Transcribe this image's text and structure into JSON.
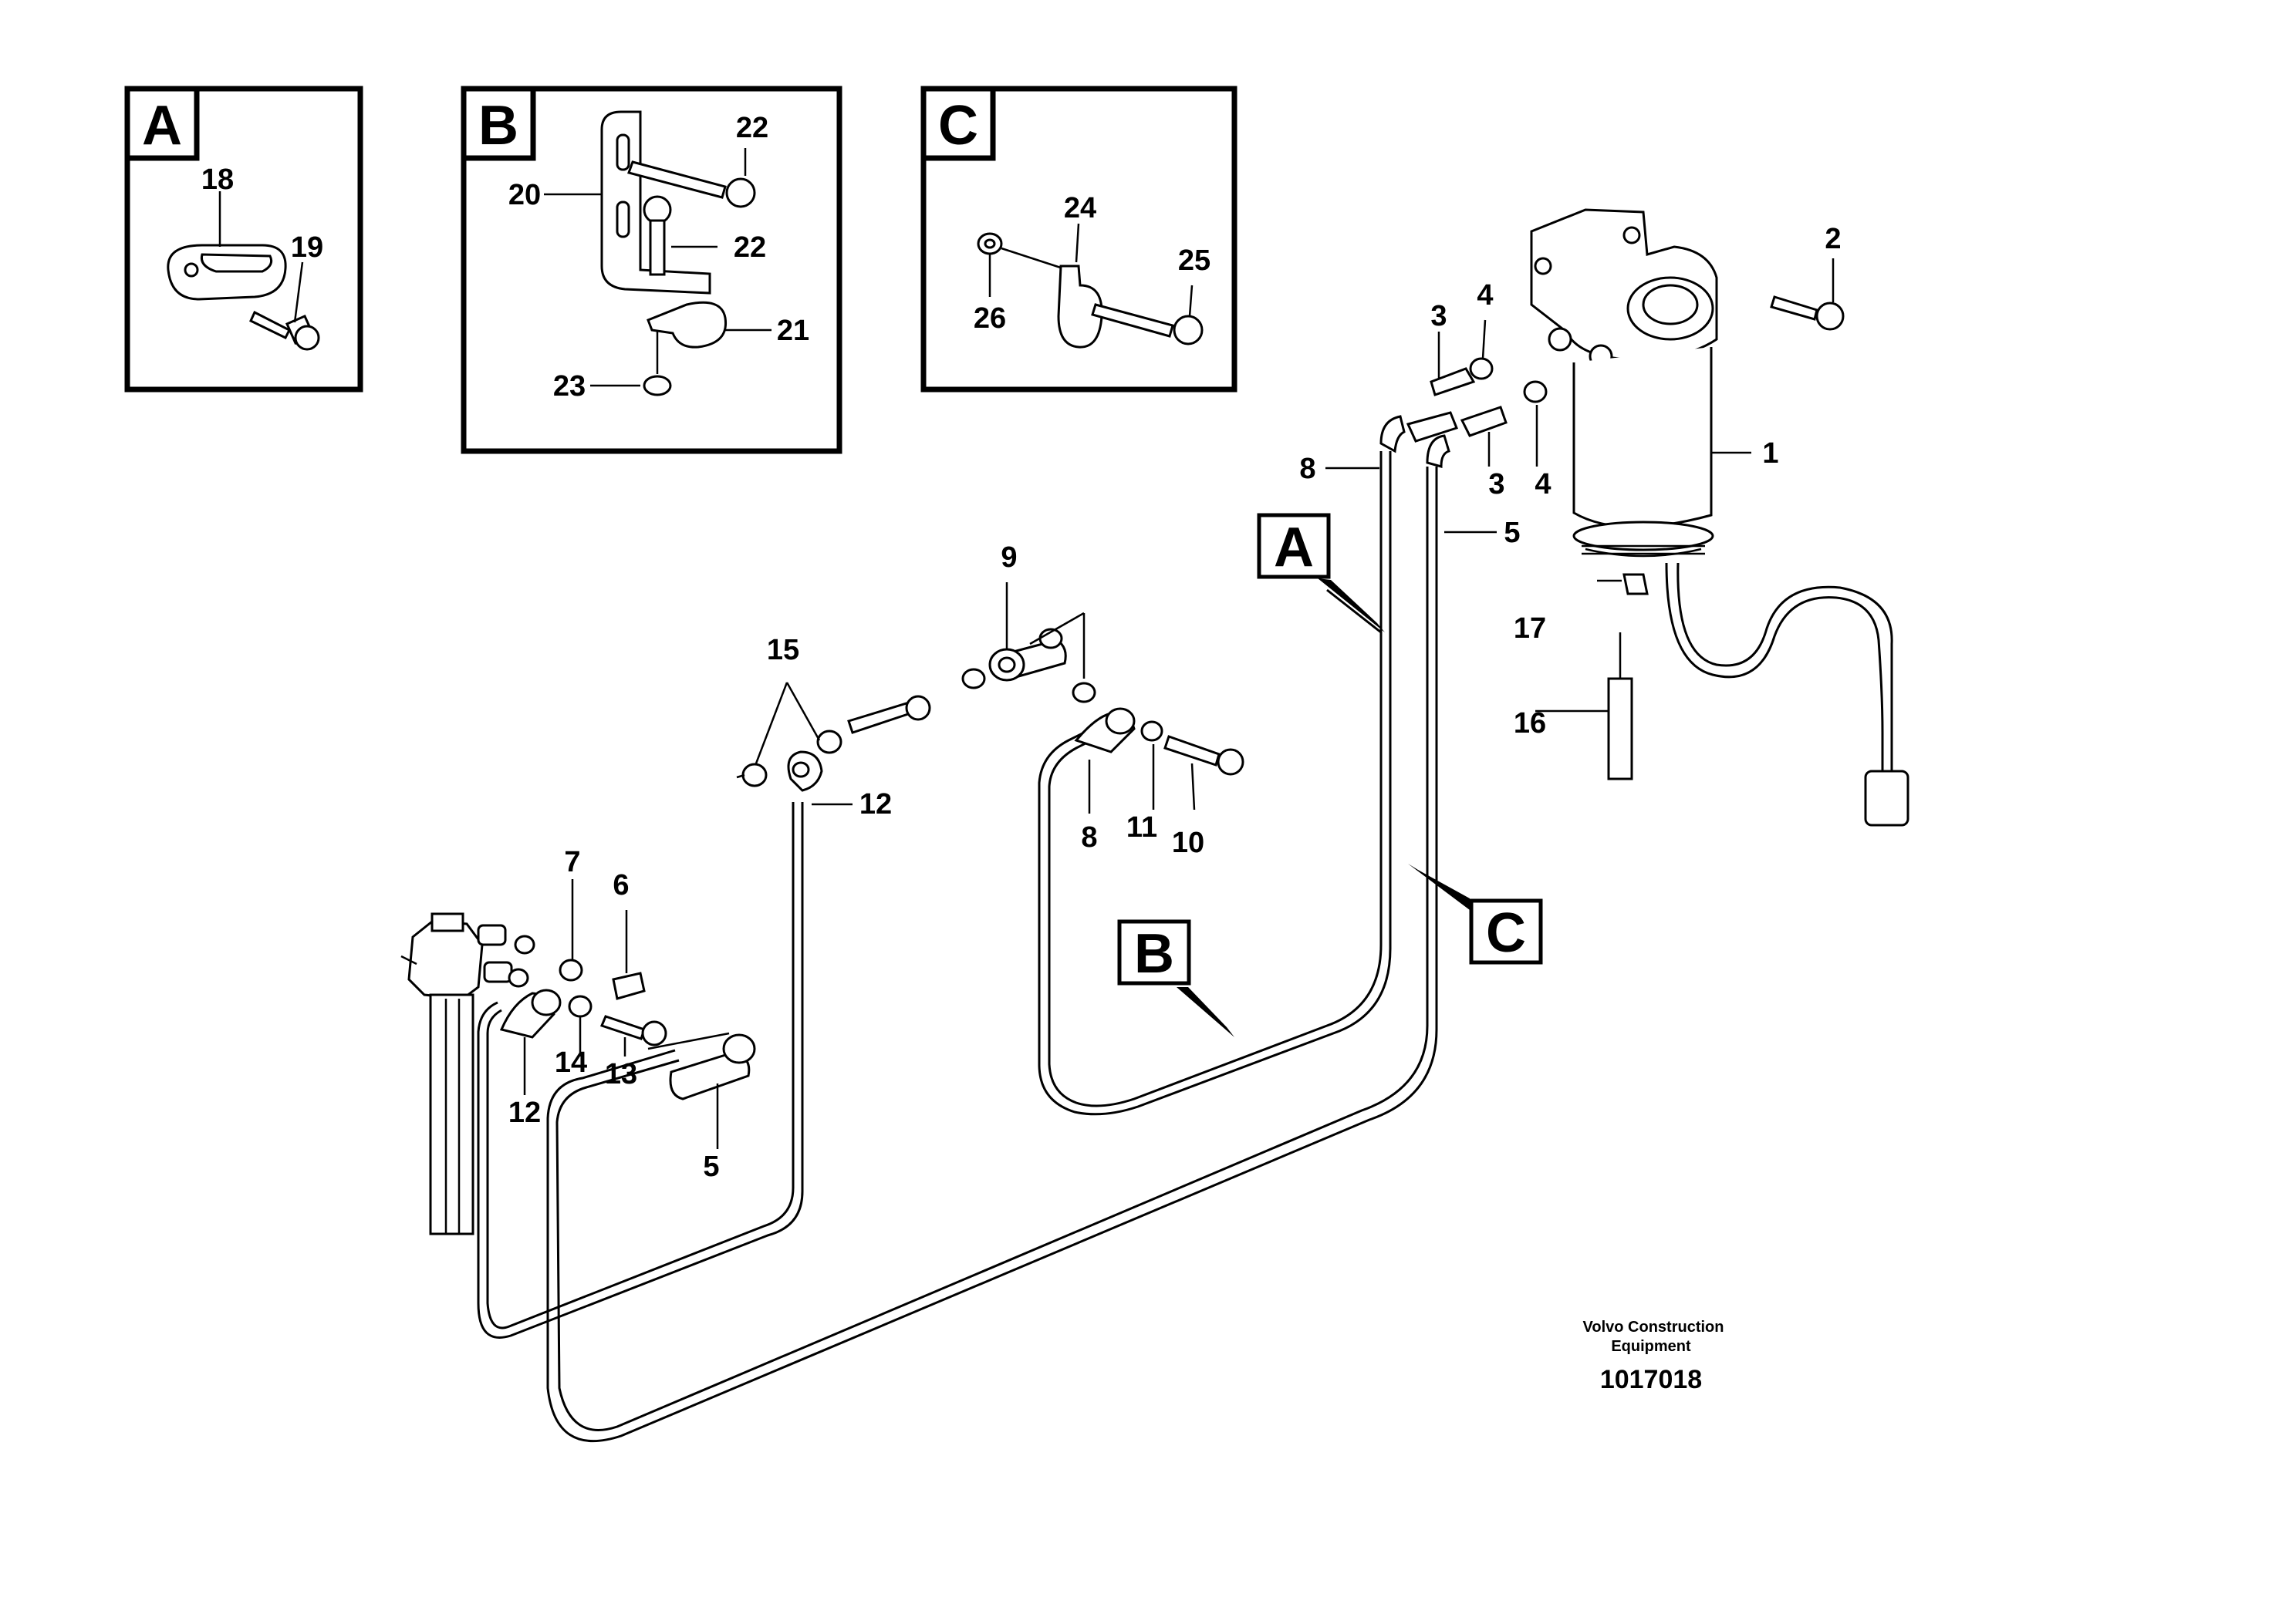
{
  "detail_boxes": [
    {
      "letter": "A",
      "parts": [
        "18",
        "19"
      ]
    },
    {
      "letter": "B",
      "parts": [
        "20",
        "22",
        "22",
        "21",
        "23"
      ]
    },
    {
      "letter": "C",
      "parts": [
        "24",
        "25",
        "26"
      ]
    }
  ],
  "view_markers": [
    "A",
    "B",
    "C"
  ],
  "part_numbers": {
    "p1": "1",
    "p2": "2",
    "p3a": "3",
    "p3b": "3",
    "p4a": "4",
    "p4b": "4",
    "p5a": "5",
    "p5b": "5",
    "p6": "6",
    "p7": "7",
    "p8a": "8",
    "p8b": "8",
    "p9": "9",
    "p10": "10",
    "p11": "11",
    "p12a": "12",
    "p12b": "12",
    "p13": "13",
    "p14": "14",
    "p15": "15",
    "p16": "16",
    "p17": "17"
  },
  "credit": {
    "line1": "Volvo Construction",
    "line2": "Equipment",
    "code": "1017018"
  }
}
